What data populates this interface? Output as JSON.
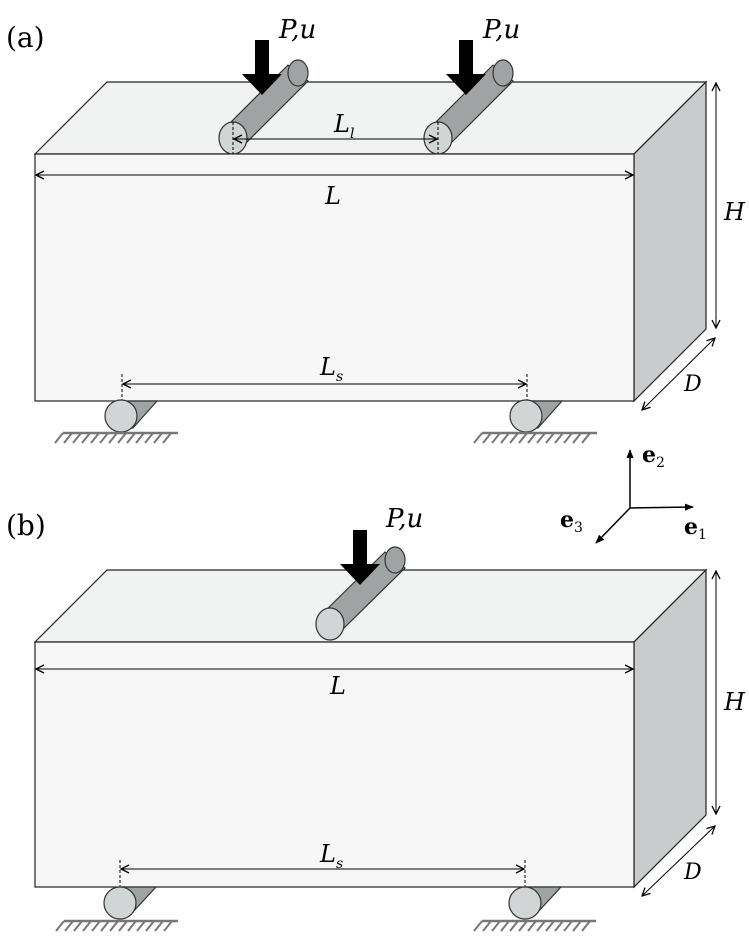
{
  "panel_a": {
    "label": "(a)",
    "load_left": "P,u",
    "load_right": "P,u",
    "loading_span": {
      "base": "L",
      "sub": "l"
    },
    "length": "L",
    "height": "H",
    "depth": "D",
    "support_span": {
      "base": "L",
      "sub": "s"
    }
  },
  "panel_b": {
    "label": "(b)",
    "load": "P,u",
    "length": "L",
    "height": "H",
    "depth": "D",
    "support_span": {
      "base": "L",
      "sub": "s"
    }
  },
  "axes": {
    "e1": {
      "base": "e",
      "sub": "1"
    },
    "e2": {
      "base": "e",
      "sub": "2"
    },
    "e3": {
      "base": "e",
      "sub": "3"
    }
  },
  "colors": {
    "beam_front": "#f7f7f7",
    "beam_top": "#f1f2f2",
    "beam_side": "#c8cccc",
    "roller_body": "#9fa3a3",
    "roller_end": "#d2d5d5"
  }
}
